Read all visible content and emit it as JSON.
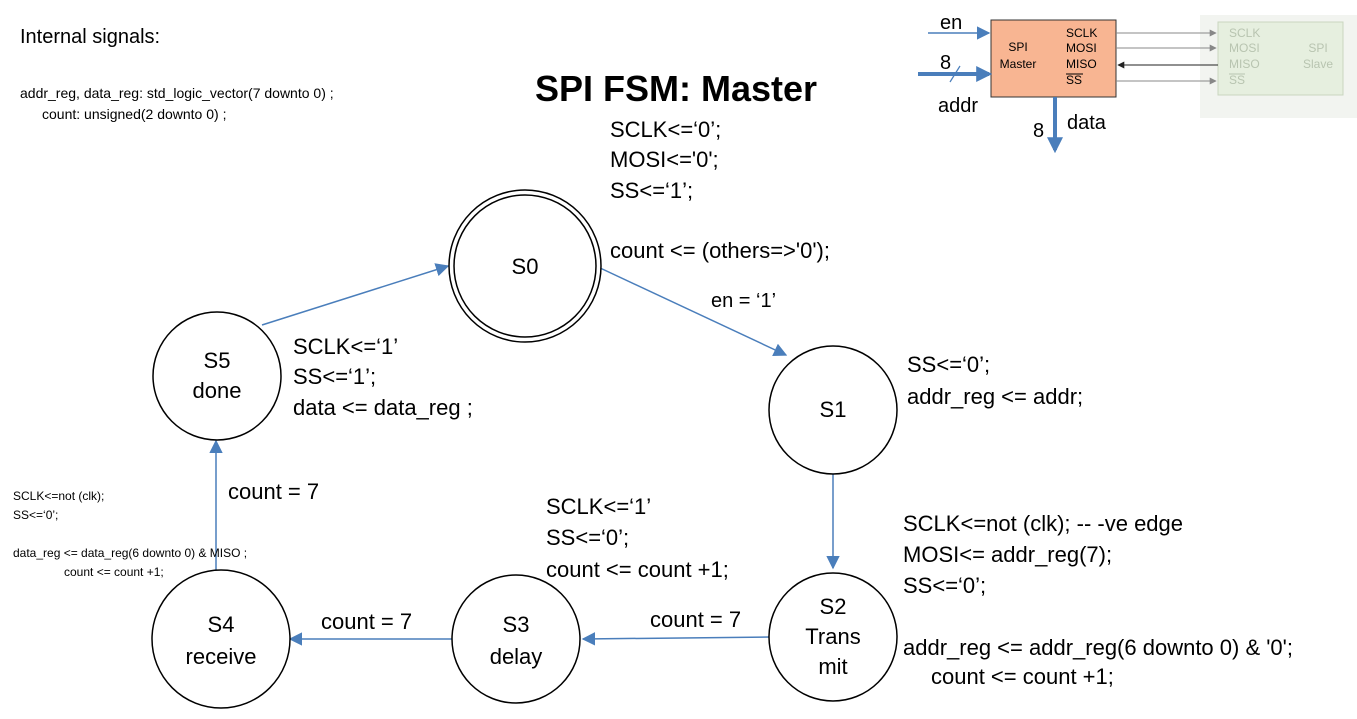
{
  "title": "SPI FSM: Master",
  "internal_signals": {
    "heading": "Internal signals:",
    "line1": "addr_reg, data_reg: std_logic_vector(7 downto 0) ;",
    "line2": "count: unsigned(2 downto 0) ;"
  },
  "states": {
    "s0": {
      "lines": [
        "S0"
      ]
    },
    "s1": {
      "lines": [
        "S1"
      ]
    },
    "s2": {
      "lines": [
        "S2",
        "Trans",
        "mit"
      ]
    },
    "s3": {
      "lines": [
        "S3",
        "delay"
      ]
    },
    "s4": {
      "lines": [
        "S4",
        "receive"
      ]
    },
    "s5": {
      "lines": [
        "S5",
        "done"
      ]
    }
  },
  "transitions": {
    "s0_s1": "en = ‘1’",
    "s2_s3": "count = 7",
    "s3_s4": "count = 7",
    "s4_s5": "count = 7"
  },
  "actions": {
    "s0": {
      "l1": "SCLK<=‘0’;",
      "l2": "MOSI<='0';",
      "l3": "SS<=‘1’;",
      "l4": "count <= (others=>'0');"
    },
    "s1": {
      "l1": "SS<=‘0’;",
      "l2": "addr_reg <= addr;"
    },
    "s2": {
      "l1": "SCLK<=not (clk); -- -ve edge",
      "l2": "MOSI<= addr_reg(7);",
      "l3": "SS<=‘0’;",
      "l4": "addr_reg <= addr_reg(6 downto 0) & '0';",
      "l5": "count <= count +1;"
    },
    "s3": {
      "l1": "SCLK<=‘1’",
      "l2": "SS<=‘0’;",
      "l3": "count <= count +1;"
    },
    "s4": {
      "l1": "SCLK<=not (clk);",
      "l2": "SS<=‘0’;",
      "l3": "data_reg <= data_reg(6 downto 0) & MISO ;",
      "l4": "count <= count +1;"
    },
    "s5": {
      "l1": "SCLK<=‘1’",
      "l2": "SS<=‘1’;",
      "l3": "data <= data_reg ;"
    }
  },
  "block": {
    "master_label_1": "SPI",
    "master_label_2": "Master",
    "master_ports": [
      "SCLK",
      "MOSI",
      "MISO",
      "SS"
    ],
    "slave_label_1": "SPI",
    "slave_label_2": "Slave",
    "slave_ports": [
      "SCLK",
      "MOSI",
      "MISO",
      "SS"
    ],
    "input_en": "en",
    "input_width": "8",
    "input_addr": "addr",
    "output_width": "8",
    "output_data": "data",
    "colors": {
      "master_fill": "#f8b592",
      "master_stroke": "#333333",
      "slave_fill": "#e6efdf",
      "arrow_blue": "#4a7ebb"
    }
  }
}
